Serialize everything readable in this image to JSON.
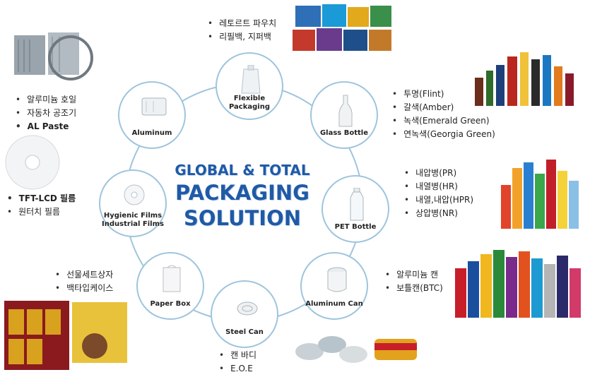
{
  "title": {
    "line1": "GLOBAL & TOTAL",
    "line2": "PACKAGING",
    "line3": "SOLUTION"
  },
  "nodes": {
    "flexible": "Flexible\nPackaging",
    "glass": "Glass Bottle",
    "pet": "PET Bottle",
    "can": "Aluminum Can",
    "steel": "Steel Can",
    "paper": "Paper Box",
    "hygienic": "Hygienic Films\nIndustrial Films",
    "aluminum": "Aluminum"
  },
  "lists": {
    "flexible": [
      "레토르트 파우치",
      "리필백, 지퍼백"
    ],
    "glass": [
      "투명(Flint)",
      "갈색(Amber)",
      "녹색(Emerald Green)",
      "연녹색(Georgia Green)"
    ],
    "pet": [
      "내압병(PR)",
      "내열병(HR)",
      "내열,내압(HPR)",
      "상압병(NR)"
    ],
    "can": [
      "알루미늄 캔",
      "보틀캔(BTC)"
    ],
    "steel": [
      "캔 바디",
      "E.O.E"
    ],
    "paper": [
      "선물세트상자",
      "백타입케이스"
    ],
    "films": [
      "TFT-LCD 필름",
      "원터치 필름"
    ],
    "aluminum": [
      "알루미늄 호일",
      "자동차 공조기",
      "AL Paste"
    ]
  },
  "colors": {
    "title": "#1f5aa6",
    "ring": "#9ec5dd"
  }
}
